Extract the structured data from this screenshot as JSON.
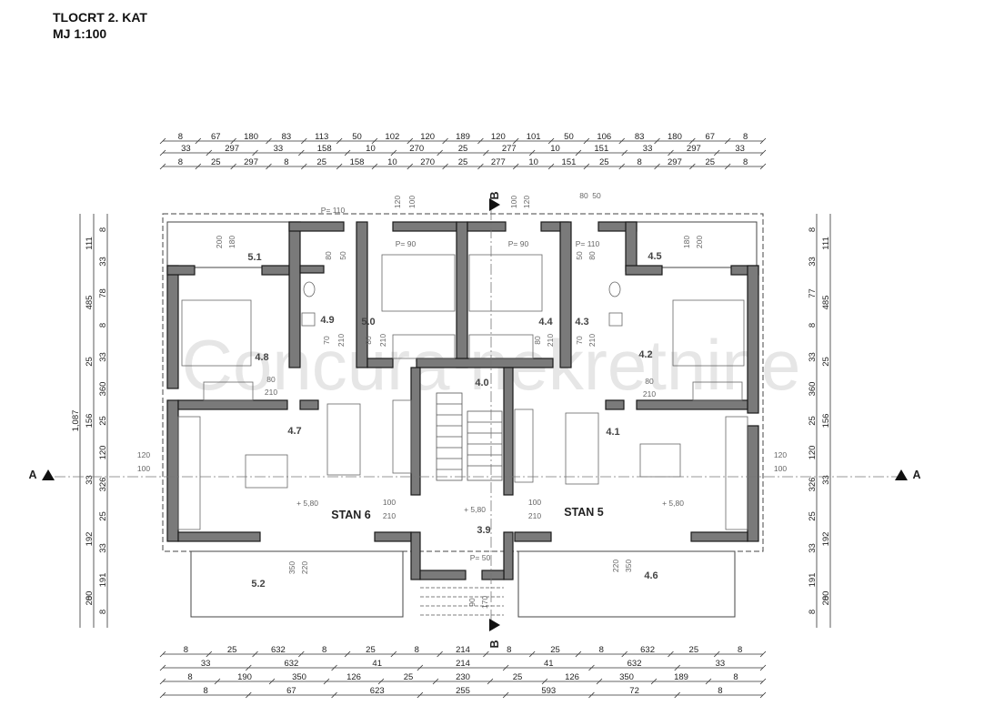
{
  "title": {
    "line1": "TLOCRT 2. KAT",
    "line2": "MJ 1:100"
  },
  "watermark": "Concura nekretnine",
  "colors": {
    "wall": "#7a7a7a",
    "wall_stroke": "#1a1a1a",
    "line": "#333333",
    "furniture": "#666666",
    "watermark": "#e6e6e6"
  },
  "dims": {
    "top": [
      [
        "8",
        "67",
        "180",
        "83",
        "113",
        "50",
        "102",
        "120",
        "189",
        "120",
        "101",
        "50",
        "106",
        "83",
        "180",
        "67",
        "8"
      ],
      [
        "33",
        "297",
        "33",
        "158",
        "10",
        "270",
        "25",
        "277",
        "10",
        "151",
        "33",
        "297",
        "33"
      ],
      [
        "8",
        "25",
        "297",
        "8",
        "25",
        "158",
        "10",
        "270",
        "25",
        "277",
        "10",
        "151",
        "25",
        "8",
        "297",
        "25",
        "8"
      ]
    ],
    "bottom": [
      [
        "8",
        "25",
        "632",
        "8",
        "25",
        "8",
        "214",
        "8",
        "25",
        "8",
        "632",
        "25",
        "8"
      ],
      [
        "33",
        "632",
        "41",
        "214",
        "41",
        "632",
        "33"
      ],
      [
        "8",
        "190",
        "350",
        "126",
        "25",
        "230",
        "25",
        "126",
        "350",
        "189",
        "8"
      ],
      [
        "8",
        "67",
        "623",
        "255",
        "593",
        "72",
        "8"
      ]
    ],
    "left": [
      [
        "8",
        "33",
        "78",
        "8",
        "33",
        "360",
        "25",
        "120",
        "326",
        "25",
        "33",
        "191",
        "8"
      ],
      [
        "111",
        "485",
        "25",
        "156",
        "33",
        "192",
        "8"
      ],
      [
        "1,087"
      ],
      [
        "200"
      ]
    ],
    "right": [
      [
        "8",
        "33",
        "77",
        "8",
        "33",
        "360",
        "25",
        "120",
        "326",
        "25",
        "33",
        "191",
        "8"
      ],
      [
        "111",
        "485",
        "25",
        "156",
        "33",
        "192",
        "8"
      ],
      [
        "200"
      ]
    ]
  },
  "rooms": [
    "5.1",
    "4.9",
    "5.0",
    "4.4",
    "4.3",
    "4.5",
    "4.8",
    "4.2",
    "4.7",
    "4.0",
    "4.1",
    "3.9",
    "5.2",
    "4.6"
  ],
  "units": [
    "STAN 6",
    "STAN 5"
  ],
  "levels": [
    "+ 5,80",
    "+ 5,80",
    "+ 5,80"
  ],
  "section_marks": [
    "A",
    "A",
    "B",
    "B"
  ],
  "annotations": [
    "P= 110",
    "P= 90",
    "P= 90",
    "P= 110",
    "P= 50",
    "200",
    "180",
    "180",
    "200",
    "120",
    "100",
    "100",
    "120",
    "80",
    "50",
    "80",
    "50",
    "50",
    "80",
    "70",
    "210",
    "80",
    "210",
    "80",
    "210",
    "70",
    "210",
    "80",
    "210",
    "80",
    "210",
    "120",
    "100",
    "120",
    "100",
    "100",
    "210",
    "100",
    "210",
    "350",
    "220",
    "220",
    "350",
    "90",
    "170"
  ]
}
